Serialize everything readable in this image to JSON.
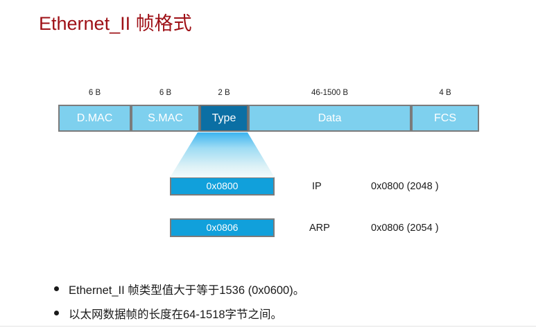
{
  "slide": {
    "title": "Ethernet_II 帧格式",
    "title_color": "#9e1016",
    "background_color": "#ffffff"
  },
  "frame_diagram": {
    "fields": [
      {
        "name": "D.MAC",
        "size": "6 B",
        "color": "#7ed0ee",
        "highlight": false
      },
      {
        "name": "S.MAC",
        "size": "6 B",
        "color": "#7ed0ee",
        "highlight": false
      },
      {
        "name": "Type",
        "size": "2 B",
        "color": "#0b6fa4",
        "highlight": true
      },
      {
        "name": "Data",
        "size": "46-1500 B",
        "color": "#7ed0ee",
        "highlight": false
      },
      {
        "name": "FCS",
        "size": "4 B",
        "color": "#7ed0ee",
        "highlight": false
      }
    ]
  },
  "type_values": [
    {
      "code": "0x0800",
      "protocol": "IP",
      "detail": "0x0800 (2048 )"
    },
    {
      "code": "0x0806",
      "protocol": "ARP",
      "detail": "0x0806 (2054 )"
    }
  ],
  "bullets": [
    "Ethernet_II 帧类型值大于等于1536 (0x0600)。",
    "以太网数据帧的长度在64-1518字节之间。"
  ]
}
